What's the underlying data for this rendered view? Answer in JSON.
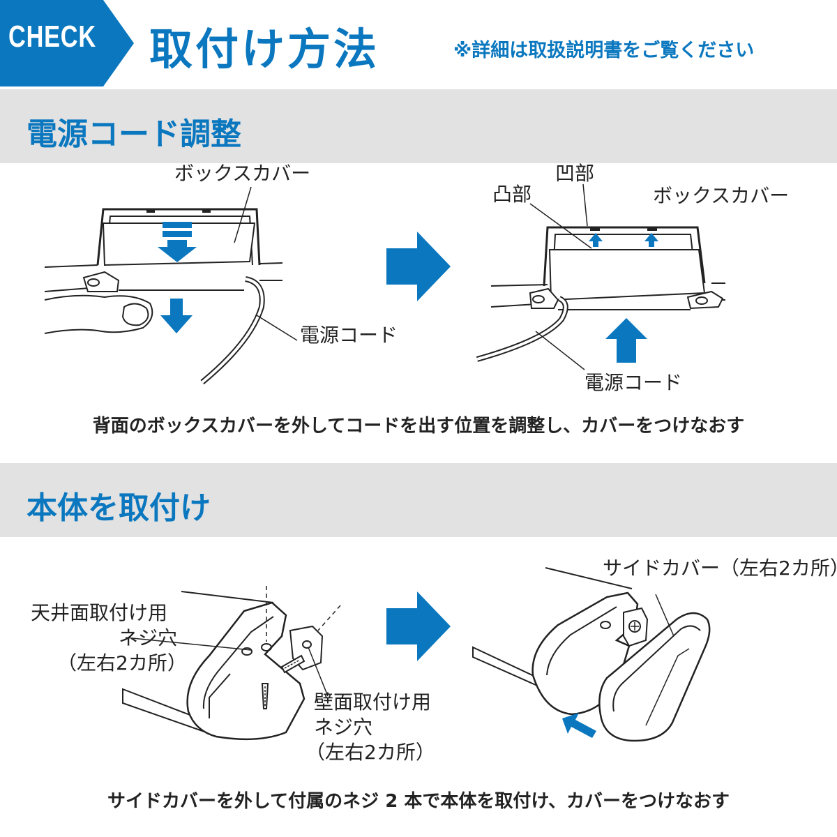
{
  "header": {
    "badge": "CHECK",
    "title": "取付け方法",
    "note": "※詳細は取扱説明書をご覧ください"
  },
  "section1": {
    "title": "電源コード調整",
    "left": {
      "box_cover": "ボックスカバー",
      "power_cord": "電源コード"
    },
    "right": {
      "concave": "凹部",
      "convex": "凸部",
      "box_cover": "ボックスカバー",
      "power_cord": "電源コード"
    },
    "caption": "背面のボックスカバーを外してコードを出す位置を調整し、カバーをつけなおす"
  },
  "section2": {
    "title": "本体を取付け",
    "ceiling_hole": [
      "天井面取付け用",
      "ネジ穴",
      "（左右2カ所）"
    ],
    "wall_hole": [
      "壁面取付け用",
      "ネジ穴",
      "（左右2カ所）"
    ],
    "side_cover": "サイドカバー（左右2カ所）",
    "caption": "サイドカバーを外して付属のネジ 2 本で本体を取付け、カバーをつけなおす"
  },
  "colors": {
    "accent": "#0a77bf",
    "band": "#e2e2e2",
    "ink": "#222222"
  },
  "icons": [
    "arrow-right-icon",
    "arrow-down-icon",
    "arrow-up-icon",
    "screw-icon"
  ]
}
